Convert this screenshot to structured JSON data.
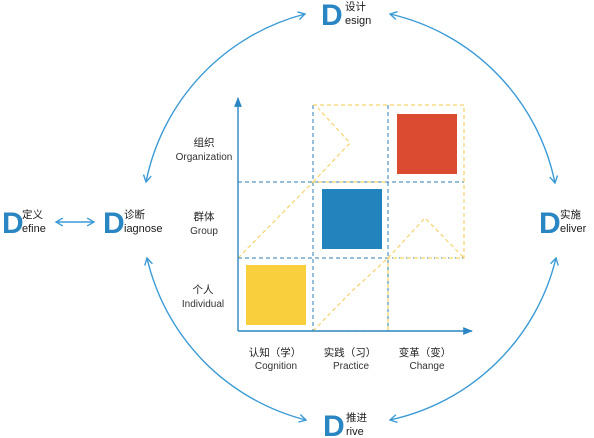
{
  "colors": {
    "arc": "#3a9ad6",
    "d_letter": "#2a86c3",
    "grid_dash": "#2f7fb6",
    "diagonal_dash": "#f6d36a",
    "axis": "#2a86c3",
    "square_yellow": "#f9cf3d",
    "square_blue": "#2384bd",
    "square_red": "#da4b31"
  },
  "nodes": {
    "design": {
      "letter": "D",
      "cn": "设计",
      "rest": "esign"
    },
    "define": {
      "letter": "D",
      "cn": "定义",
      "rest": "efine"
    },
    "diagnose": {
      "letter": "D",
      "cn": "诊断",
      "rest": "iagnose"
    },
    "deliver": {
      "letter": "D",
      "cn": "实施",
      "rest": "eliver"
    },
    "drive": {
      "letter": "D",
      "cn": "推进",
      "rest": "rive"
    }
  },
  "rows": [
    {
      "cn": "组织",
      "en": "Organization"
    },
    {
      "cn": "群体",
      "en": "Group"
    },
    {
      "cn": "个人",
      "en": "Individual"
    }
  ],
  "columns": [
    {
      "cn": "认知（学）",
      "en": "Cognition"
    },
    {
      "cn": "实践（习）",
      "en": "Practice"
    },
    {
      "cn": "变革（变）",
      "en": "Change"
    }
  ],
  "icons": {
    "cycle_arrows": "circular-cycle-arrows-icon",
    "bidirectional": "double-headed-arrow-icon"
  }
}
